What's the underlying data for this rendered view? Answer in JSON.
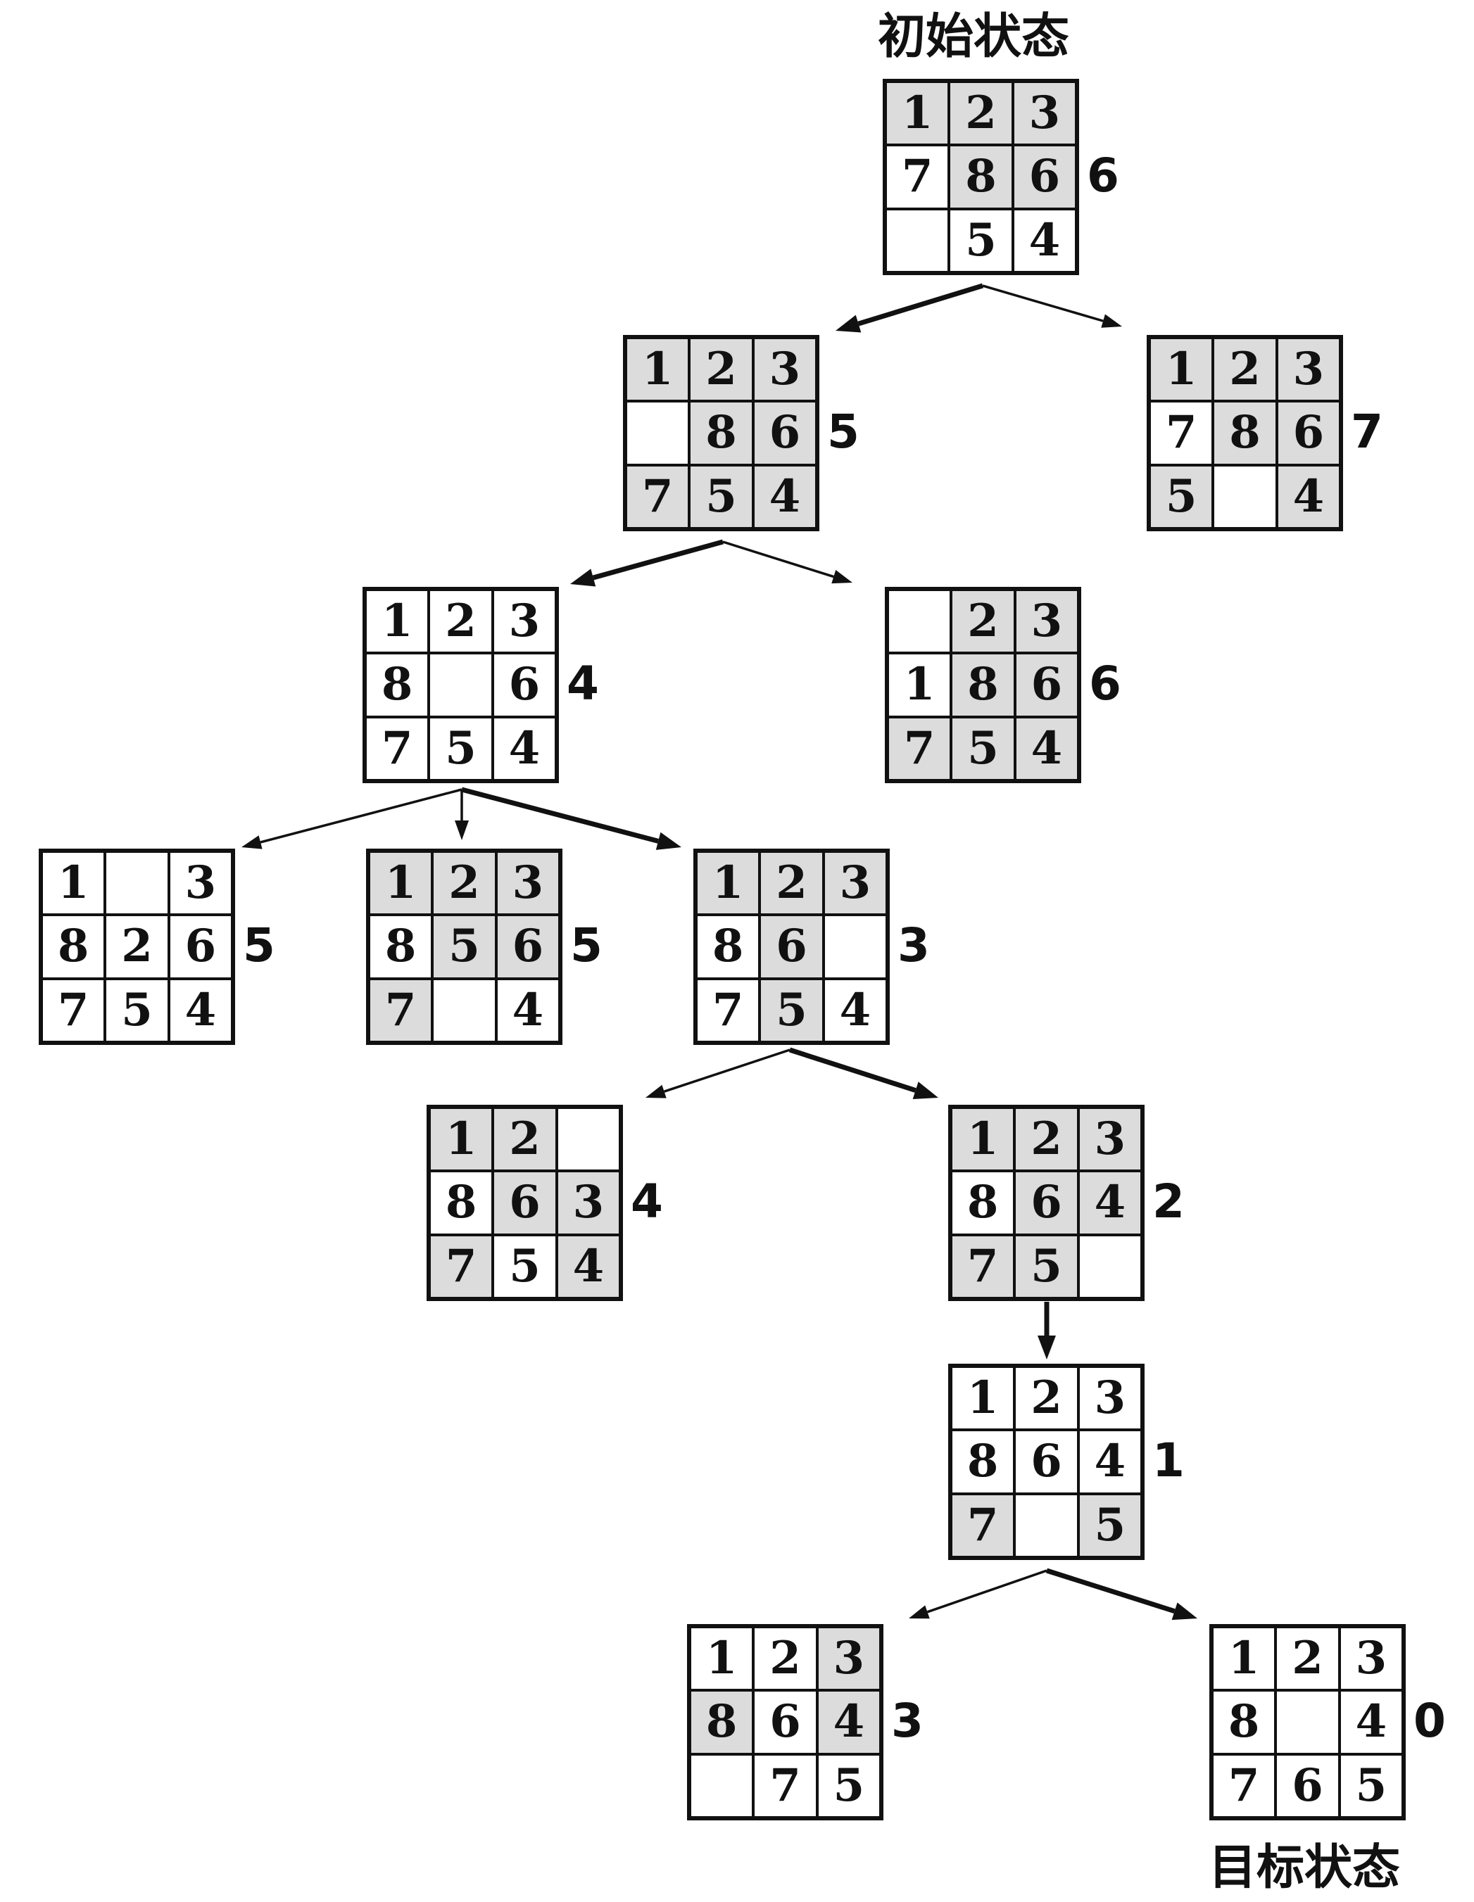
{
  "labels": {
    "initial": "初始状态",
    "goal": "目标状态"
  },
  "nodes": [
    {
      "id": "n0",
      "cells": [
        "1",
        "2",
        "3",
        "7",
        "8",
        "6",
        "",
        "5",
        "4"
      ],
      "h": "6",
      "shaded": [
        0,
        1,
        2,
        4,
        5
      ]
    },
    {
      "id": "n1",
      "cells": [
        "1",
        "2",
        "3",
        "",
        "8",
        "6",
        "7",
        "5",
        "4"
      ],
      "h": "5",
      "shaded": [
        0,
        1,
        2,
        4,
        5,
        6,
        7,
        8
      ]
    },
    {
      "id": "n2",
      "cells": [
        "1",
        "2",
        "3",
        "7",
        "8",
        "6",
        "5",
        "",
        "4"
      ],
      "h": "7",
      "shaded": [
        0,
        1,
        2,
        4,
        5,
        6,
        8
      ]
    },
    {
      "id": "n3",
      "cells": [
        "1",
        "2",
        "3",
        "8",
        "",
        "6",
        "7",
        "5",
        "4"
      ],
      "h": "4",
      "shaded": []
    },
    {
      "id": "n4",
      "cells": [
        "",
        "2",
        "3",
        "1",
        "8",
        "6",
        "7",
        "5",
        "4"
      ],
      "h": "6",
      "shaded": [
        1,
        2,
        4,
        5,
        6,
        7,
        8
      ]
    },
    {
      "id": "n5",
      "cells": [
        "1",
        "",
        "3",
        "8",
        "2",
        "6",
        "7",
        "5",
        "4"
      ],
      "h": "5",
      "shaded": []
    },
    {
      "id": "n6",
      "cells": [
        "1",
        "2",
        "3",
        "8",
        "5",
        "6",
        "7",
        "",
        "4"
      ],
      "h": "5",
      "shaded": [
        0,
        1,
        2,
        4,
        5,
        6
      ]
    },
    {
      "id": "n7",
      "cells": [
        "1",
        "2",
        "3",
        "8",
        "6",
        "",
        "7",
        "5",
        "4"
      ],
      "h": "3",
      "shaded": [
        0,
        1,
        2,
        4,
        7
      ]
    },
    {
      "id": "n8",
      "cells": [
        "1",
        "2",
        "",
        "8",
        "6",
        "3",
        "7",
        "5",
        "4"
      ],
      "h": "4",
      "shaded": [
        0,
        1,
        4,
        5,
        6,
        8
      ]
    },
    {
      "id": "n9",
      "cells": [
        "1",
        "2",
        "3",
        "8",
        "6",
        "4",
        "7",
        "5",
        ""
      ],
      "h": "2",
      "shaded": [
        0,
        1,
        2,
        4,
        5,
        6,
        7
      ]
    },
    {
      "id": "n10",
      "cells": [
        "1",
        "2",
        "3",
        "8",
        "6",
        "4",
        "7",
        "",
        "5"
      ],
      "h": "1",
      "shaded": [
        6,
        8
      ]
    },
    {
      "id": "n11",
      "cells": [
        "1",
        "2",
        "3",
        "8",
        "6",
        "4",
        "",
        "7",
        "5"
      ],
      "h": "3",
      "shaded": [
        2,
        3,
        5
      ]
    },
    {
      "id": "n12",
      "cells": [
        "1",
        "2",
        "3",
        "8",
        "",
        "4",
        "7",
        "6",
        "5"
      ],
      "h": "0",
      "shaded": []
    }
  ]
}
